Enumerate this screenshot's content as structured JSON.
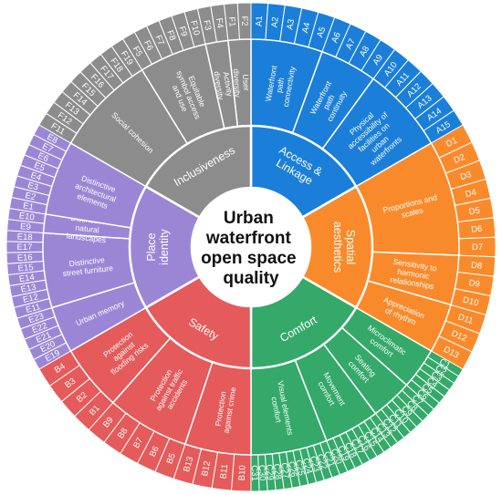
{
  "center": {
    "lines": [
      "Urban",
      "waterfront",
      "open space",
      "quality"
    ]
  },
  "chart_data": {
    "type": "sunburst",
    "categories": [
      {
        "name": "Access & Linkage",
        "color": "#1b7fd9",
        "subcategories": [
          {
            "name": "Waterfront path connectivity",
            "items": [
              "A1",
              "A2",
              "A3",
              "A4",
              "A5"
            ]
          },
          {
            "name": "Waterfront path continuity",
            "items": [
              "A6",
              "A7",
              "A8",
              "A9"
            ]
          },
          {
            "name": "Physical accessibility of facilities on urban waterfronts",
            "items": [
              "A10",
              "A11",
              "A12",
              "A13",
              "A14",
              "A15"
            ]
          }
        ]
      },
      {
        "name": "Spatial aesthetics",
        "color": "#f98a2b",
        "subcategories": [
          {
            "name": "Proportions and scales",
            "items": [
              "D1",
              "D2",
              "D3",
              "D4",
              "D5",
              "D6",
              "D7"
            ]
          },
          {
            "name": "Sensitivity to harmonic relationships",
            "items": [
              "D8",
              "D9",
              "D10"
            ]
          },
          {
            "name": "Appreciation of rhythm",
            "items": [
              "D11",
              "D12",
              "D13"
            ]
          }
        ]
      },
      {
        "name": "Comfort",
        "color": "#34a96a",
        "subcategories": [
          {
            "name": "Microclimatic comfort",
            "items": [
              "C1",
              "C2",
              "C3",
              "C4",
              "C5",
              "C6"
            ]
          },
          {
            "name": "Seating comfort",
            "items": [
              "C7",
              "C8",
              "C9",
              "C10",
              "C11",
              "C12"
            ]
          },
          {
            "name": "Movement comfort",
            "items": [
              "C13",
              "C14",
              "C15",
              "C16",
              "C17",
              "C18",
              "C19",
              "C20"
            ]
          },
          {
            "name": "Visual elements comfort",
            "items": [
              "C21",
              "C22",
              "C23",
              "C24",
              "C25",
              "C26",
              "C27",
              "C28",
              "C29",
              "C30",
              "C31"
            ]
          }
        ]
      },
      {
        "name": "Safety",
        "color": "#e55a5a",
        "subcategories": [
          {
            "name": "Protection against crime",
            "items": [
              "B10",
              "B11",
              "B12",
              "B13"
            ]
          },
          {
            "name": "Protection against traffic accidents",
            "items": [
              "B5",
              "B6",
              "B7",
              "B8",
              "B9"
            ]
          },
          {
            "name": "Protection against flooding risks",
            "items": [
              "B1",
              "B2",
              "B3",
              "B4"
            ]
          }
        ]
      },
      {
        "name": "Place identity",
        "color": "#9b86d6",
        "subcategories": [
          {
            "name": "Urban memory",
            "items": [
              "E19",
              "E20",
              "E21",
              "E22",
              "E23"
            ]
          },
          {
            "name": "Distinctive street furniture",
            "items": [
              "E11",
              "E12",
              "E13",
              "E14",
              "E15",
              "E16",
              "E17",
              "E18"
            ]
          },
          {
            "name": "Distinctive natural landscapes",
            "items": [
              "E9",
              "E10"
            ]
          },
          {
            "name": "Distinctive architectural elements",
            "items": [
              "E1",
              "E2",
              "E3",
              "E4",
              "E5",
              "E6",
              "E7",
              "E8"
            ]
          }
        ]
      },
      {
        "name": "Inclusiveness",
        "color": "#8c8c8c",
        "subcategories": [
          {
            "name": "Social cohesion",
            "items": [
              "F11",
              "F12",
              "F13",
              "F14",
              "F15",
              "F16",
              "F17",
              "F18",
              "F19"
            ]
          },
          {
            "name": "Equitable symbol access and use",
            "items": [
              "F5",
              "F6",
              "F7",
              "F8",
              "F9",
              "F10"
            ]
          },
          {
            "name": "Activity diversity",
            "items": [
              "F3",
              "F4"
            ]
          },
          {
            "name": "User diversity",
            "items": [
              "F1",
              "F2"
            ]
          }
        ]
      }
    ]
  }
}
